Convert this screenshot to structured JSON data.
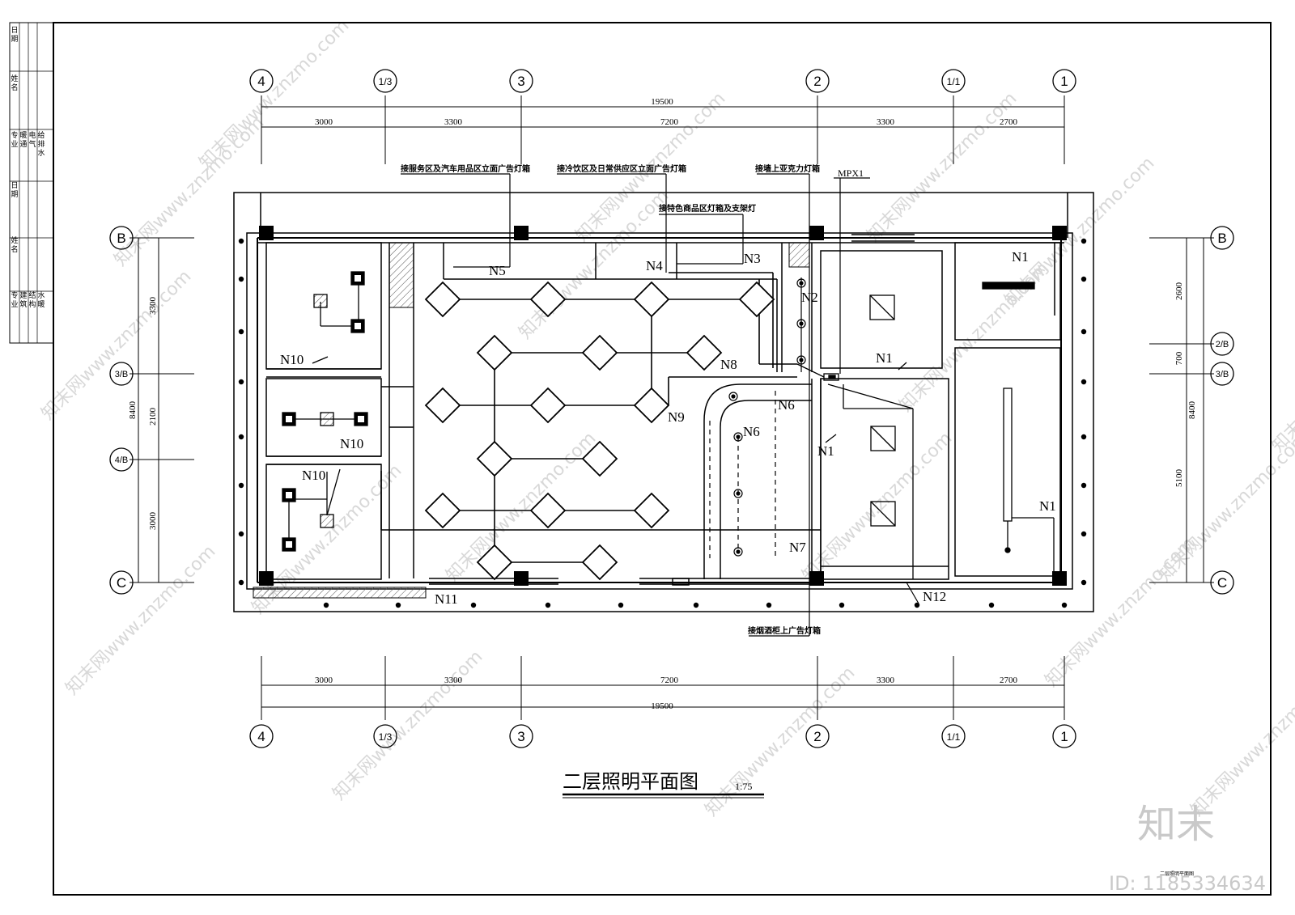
{
  "drawing": {
    "title": "二层照明平面图",
    "scale": "1:75",
    "brand_mark": "知末",
    "id_label": "ID: 1185334634",
    "bottom_tiny": "二层照明平面图"
  },
  "grid": {
    "vertical_axes": [
      "4",
      "1/3",
      "3",
      "2",
      "1/1",
      "1"
    ],
    "horizontal_axes": [
      "B",
      "2/B",
      "3/B",
      "4/B",
      "C"
    ],
    "top_spans": [
      "3000",
      "3300",
      "7200",
      "3300",
      "2700"
    ],
    "bottom_spans": [
      "3000",
      "3300",
      "7200",
      "3300",
      "2700"
    ],
    "overall_length": "19500",
    "left_spans": [
      "3300",
      "2100",
      "3000"
    ],
    "left_total": "8400",
    "right_spans": [
      "2600",
      "700",
      "5100"
    ],
    "right_total": "8400"
  },
  "circuits": {
    "n1": "N1",
    "n2": "N2",
    "n3": "N3",
    "n4": "N4",
    "n5": "N5",
    "n6": "N6",
    "n7": "N7",
    "n8": "N8",
    "n9": "N9",
    "n10": "N10",
    "n11": "N11",
    "n12": "N12"
  },
  "panel": "MPX1",
  "notes": {
    "service_area": "接服务区及汽车用品区立面广告灯箱",
    "cold_drink": "接冷饮区及日常供应区立面广告灯箱",
    "wall_acrylic": "接墙上亚克力灯箱",
    "special_goods": "接特色商品区灯箱及支架灯",
    "tobacco_wine": "接烟酒柜上广告灯箱"
  },
  "title_block": {
    "col1": [
      "日期",
      "姓名",
      "专业",
      "暖通",
      "电气",
      "给排水",
      "日期",
      "姓名",
      "专业",
      "建筑",
      "结构",
      "水暖"
    ]
  },
  "watermark": {
    "text": "知末网www.znzmo.com"
  },
  "colors": {
    "line": "#000000",
    "watermark": "#d8d8d8",
    "background": "#ffffff"
  }
}
